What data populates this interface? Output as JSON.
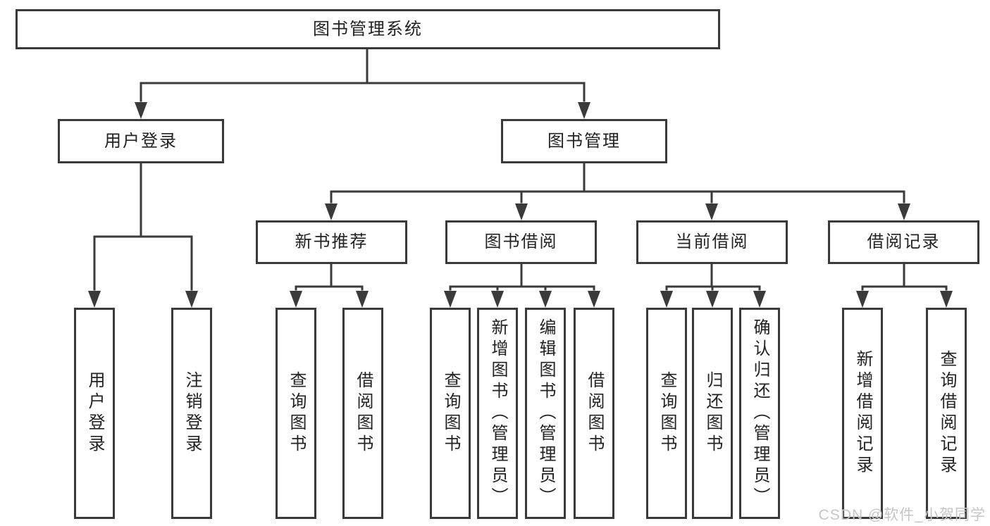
{
  "tree": {
    "root": {
      "label": "图书管理系统"
    },
    "branches": [
      {
        "label": "用户登录",
        "children": [
          {
            "label": "用户登录"
          },
          {
            "label": "注销登录"
          }
        ]
      },
      {
        "label": "图书管理",
        "children": [
          {
            "label": "新书推荐",
            "children": [
              {
                "label": "查询图书"
              },
              {
                "label": "借阅图书"
              }
            ]
          },
          {
            "label": "图书借阅",
            "children": [
              {
                "label": "查询图书"
              },
              {
                "label": "新增图书（管理员）"
              },
              {
                "label": "编辑图书（管理员）"
              },
              {
                "label": "借阅图书"
              }
            ]
          },
          {
            "label": "当前借阅",
            "children": [
              {
                "label": "查询图书"
              },
              {
                "label": "归还图书"
              },
              {
                "label": "确认归还（管理员）"
              }
            ]
          },
          {
            "label": "借阅记录",
            "children": [
              {
                "label": "新增借阅记录"
              },
              {
                "label": "查询借阅记录"
              }
            ]
          }
        ]
      }
    ]
  },
  "watermark": {
    "text": "CSDN @软件_小贺同学"
  },
  "colors": {
    "line": "#3a3a3a",
    "box_border": "#3a3a3a",
    "text": "#222222",
    "watermark": "#c6c6c6",
    "background": "#ffffff"
  }
}
